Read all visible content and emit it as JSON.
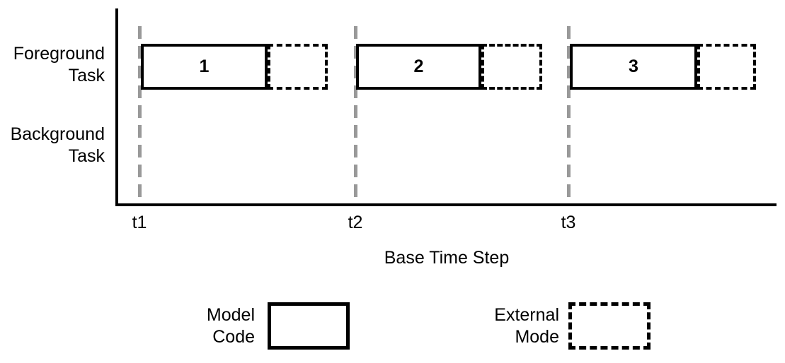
{
  "diagram": {
    "rows": [
      {
        "label": "Foreground\nTask"
      },
      {
        "label": "Background\nTask"
      }
    ],
    "foreground_tasks": [
      {
        "number": "1"
      },
      {
        "number": "2"
      },
      {
        "number": "3"
      }
    ],
    "time_axis": {
      "ticks": [
        {
          "label": "t1"
        },
        {
          "label": "t2"
        },
        {
          "label": "t3"
        }
      ],
      "title": "Base Time Step"
    },
    "legend": {
      "items": [
        {
          "label": "Model\nCode",
          "box_style": "solid"
        },
        {
          "label": "External\nMode",
          "box_style": "dashed"
        }
      ]
    },
    "colors": {
      "axis": "#000000",
      "box_border": "#000000",
      "time_marker": "#999999",
      "text": "#000000"
    }
  }
}
